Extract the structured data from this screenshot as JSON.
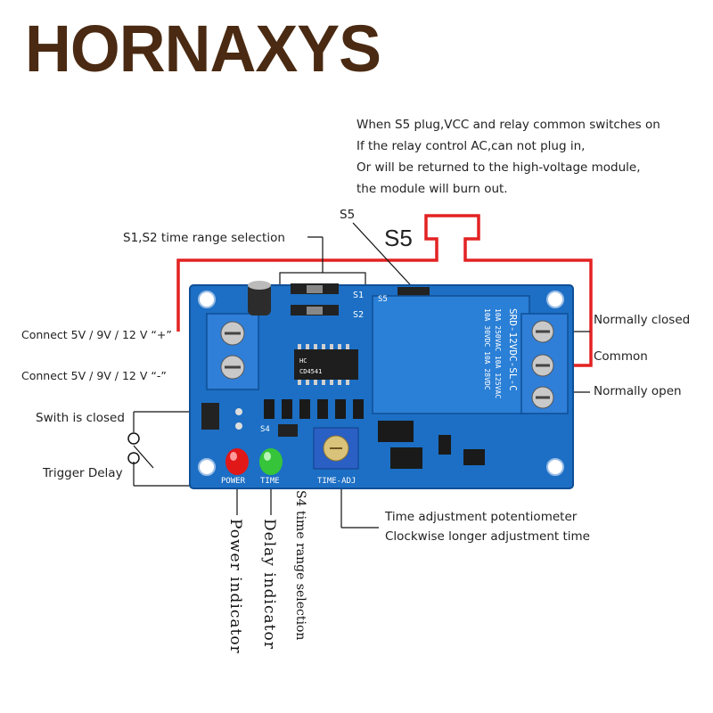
{
  "brand": {
    "logo_text": "HORNAXYS",
    "colors": {
      "brown": "#4a2a12",
      "orange": "#e07a1f"
    }
  },
  "note": {
    "line1": "When S5 plug,VCC and relay common switches on",
    "line2": "If the relay control AC,can not plug in,",
    "line3": "Or will be returned to the high-voltage module,",
    "line4": "the module will burn out."
  },
  "labels": {
    "s5_small": "S5",
    "s5_big": "S5",
    "s1s2": "S1,S2 time range selection",
    "vcc_plus": "Connect  5V / 9V / 12 V “+”",
    "vcc_minus": "Connect  5V / 9V / 12 V “-”",
    "switch_closed": "Swith is closed",
    "trigger_delay": "Trigger Delay",
    "normally_closed": "Normally closed",
    "common": "Common",
    "normally_open": "Normally open",
    "pot_line1": "Time adjustment potentiometer",
    "pot_line2": "Clockwise longer adjustment time",
    "power_indicator": "Power indicator",
    "delay_indicator": "Delay indicator",
    "s4_range": "S4 time range selection"
  },
  "board": {
    "relay_line1": "SRD-12VDC-SL-C",
    "relay_line2": "10A 250VAC  10A 125VAC",
    "relay_line3": "10A 30VDC  10A 28VDC",
    "chip1": "HC",
    "chip2": "CD4541",
    "silk_s1": "S1",
    "silk_s2": "S2",
    "silk_s4": "S4",
    "silk_s5": "S5",
    "silk_power": "POWER",
    "silk_time": "TIME",
    "silk_timeadj": "TIME-ADJ",
    "colors": {
      "pcb": "#1c6fc4",
      "pcb_dark": "#0f4f96",
      "relay": "#2a7fd6",
      "terminal": "#2f7fd8",
      "wire_red": "#e32222"
    }
  }
}
